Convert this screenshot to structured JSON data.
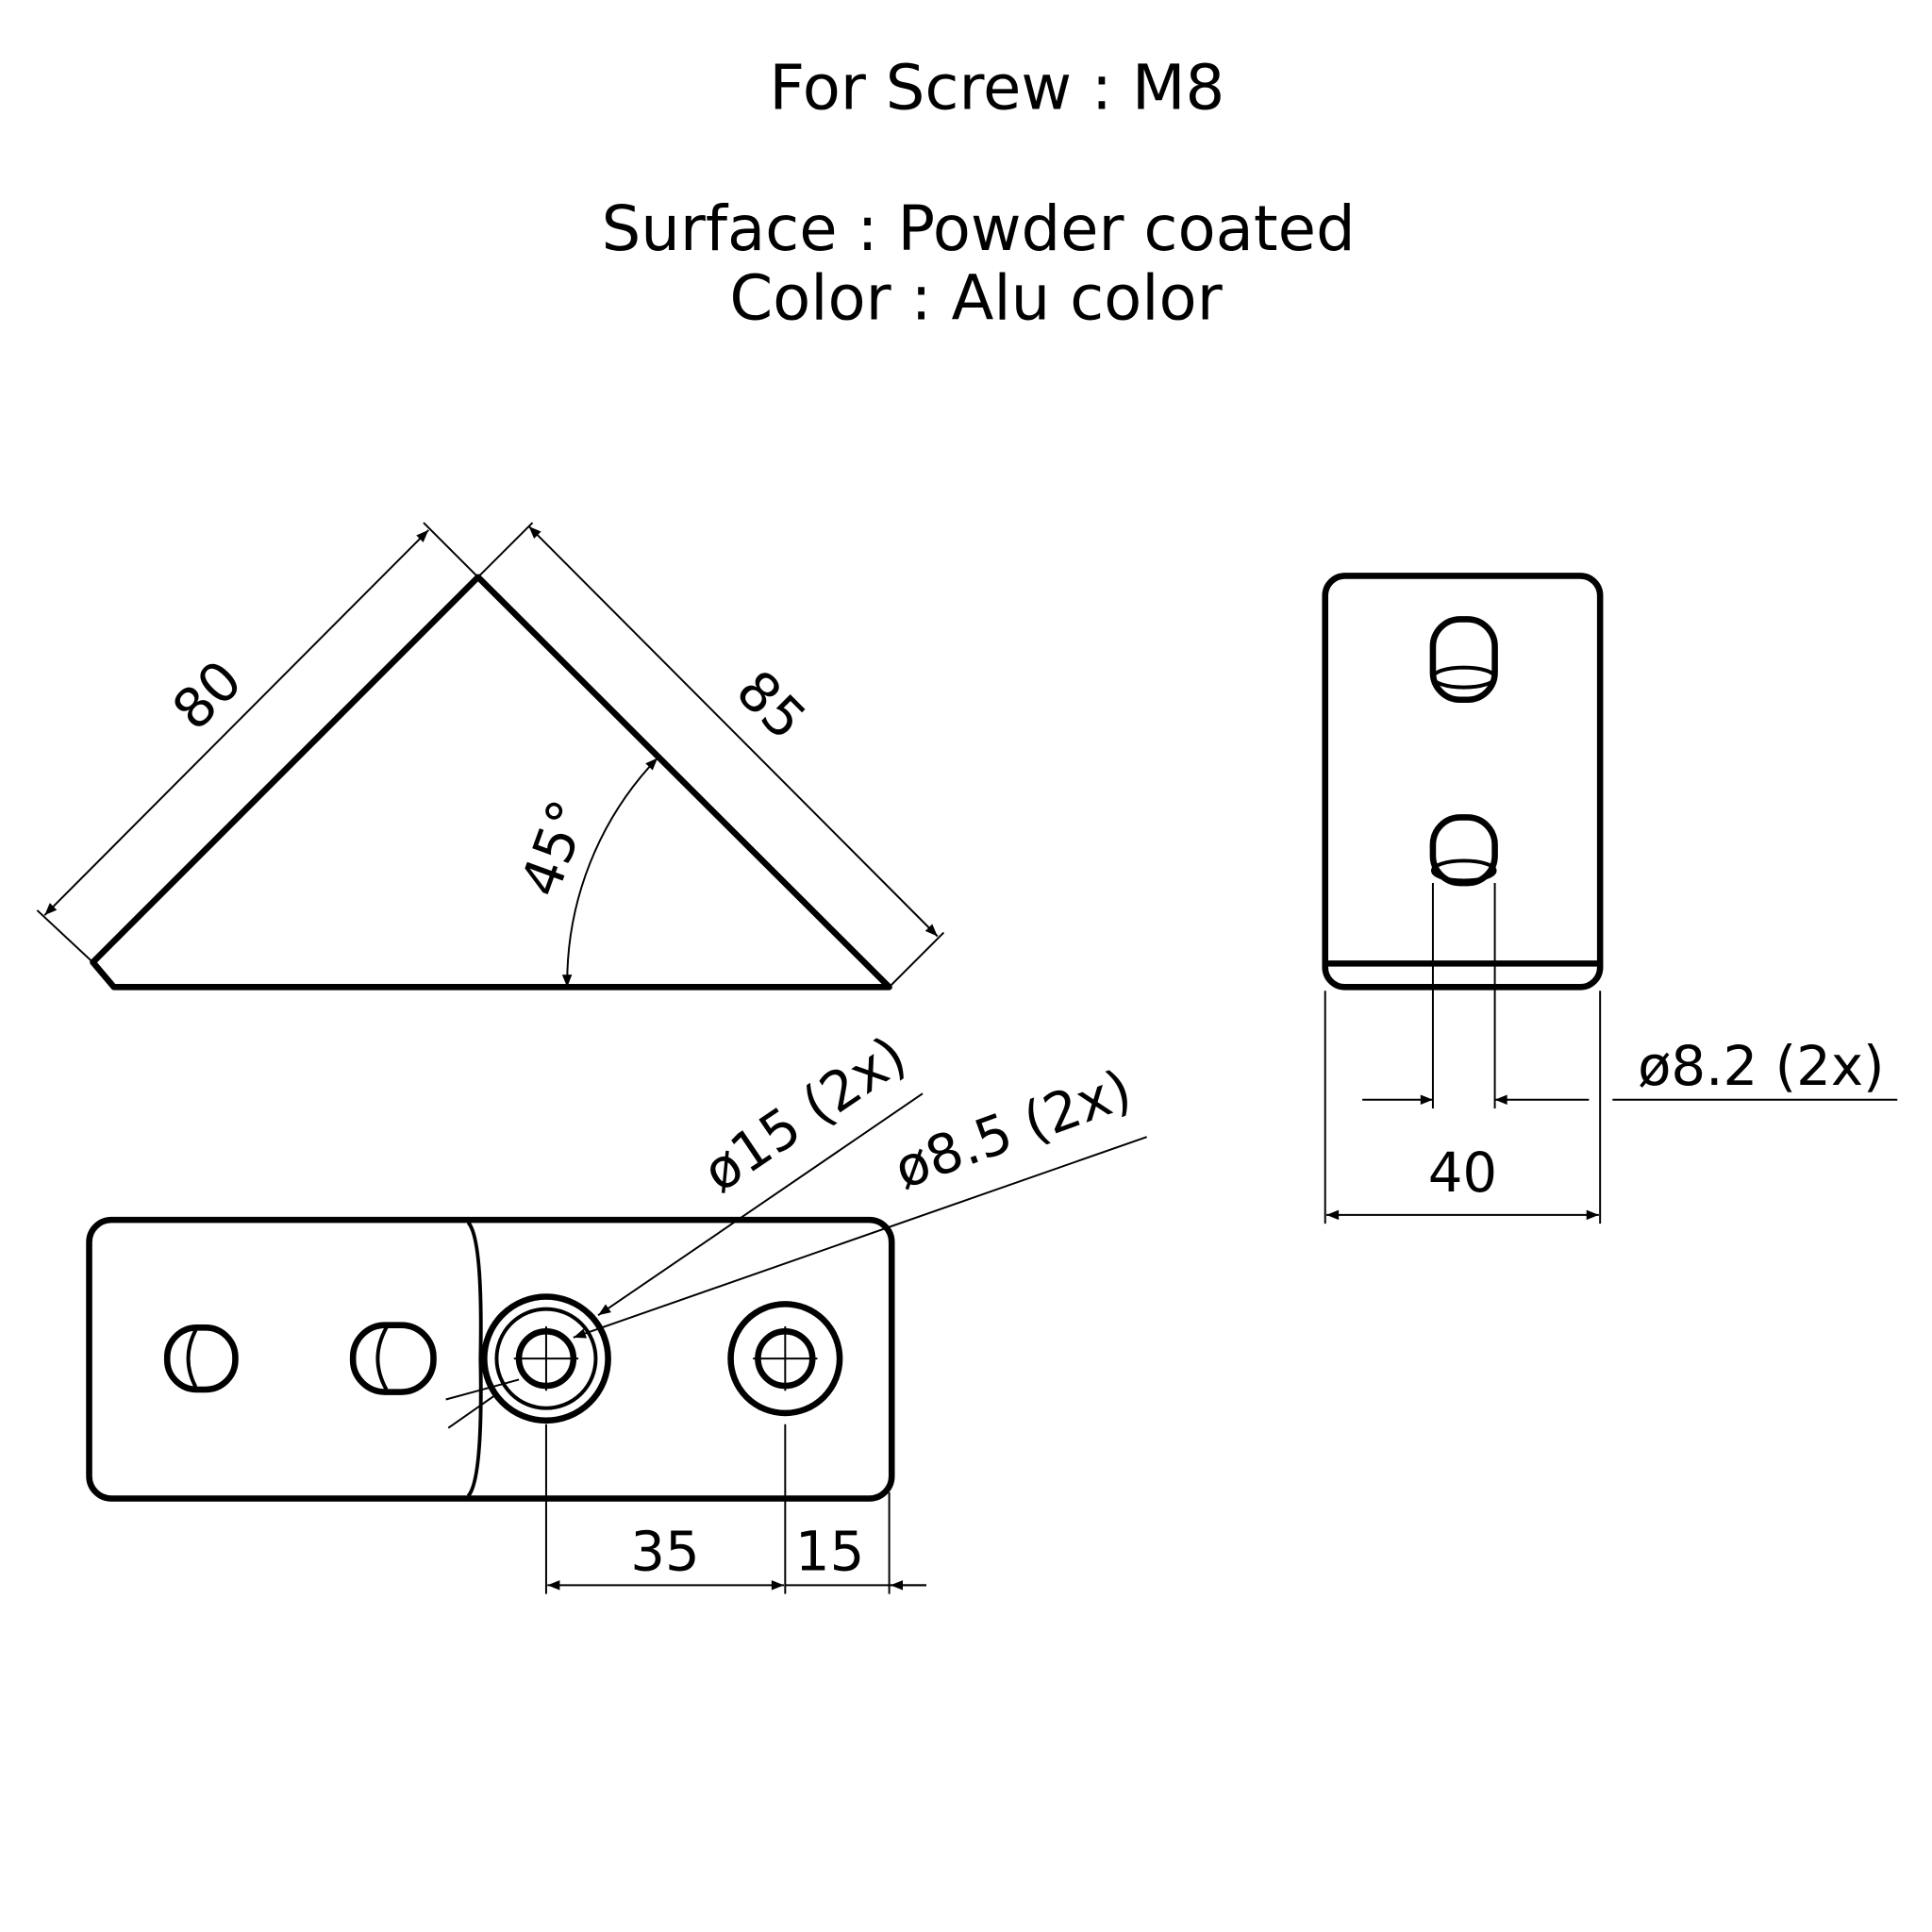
{
  "header": {
    "screw": "For Screw : M8",
    "surface": "Surface : Powder coated",
    "color": "Color : Alu color"
  },
  "top_view": {
    "dim_left": "80",
    "dim_right": "85",
    "angle": "45°"
  },
  "side_view": {
    "hole_dia": "ø8.2 (2x)",
    "width": "40"
  },
  "bottom_view": {
    "counterbore_dia": "ø15 (2x)",
    "hole_dia": "ø8.5 (2x)",
    "hole_spacing": "35",
    "edge_distance": "15"
  }
}
